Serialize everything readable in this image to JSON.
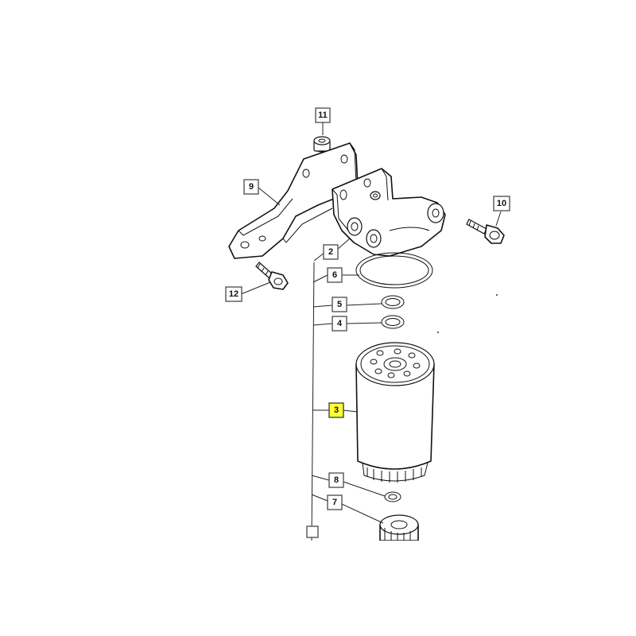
{
  "callouts": {
    "c2": "2",
    "c3": "3",
    "c4": "4",
    "c5": "5",
    "c6": "6",
    "c7": "7",
    "c8": "8",
    "c9": "9",
    "c10": "10",
    "c11": "11",
    "c12": "12"
  },
  "highlighted_callout": "3",
  "colors": {
    "highlight": "#ffff33",
    "line": "#111111",
    "background": "#ffffff"
  }
}
